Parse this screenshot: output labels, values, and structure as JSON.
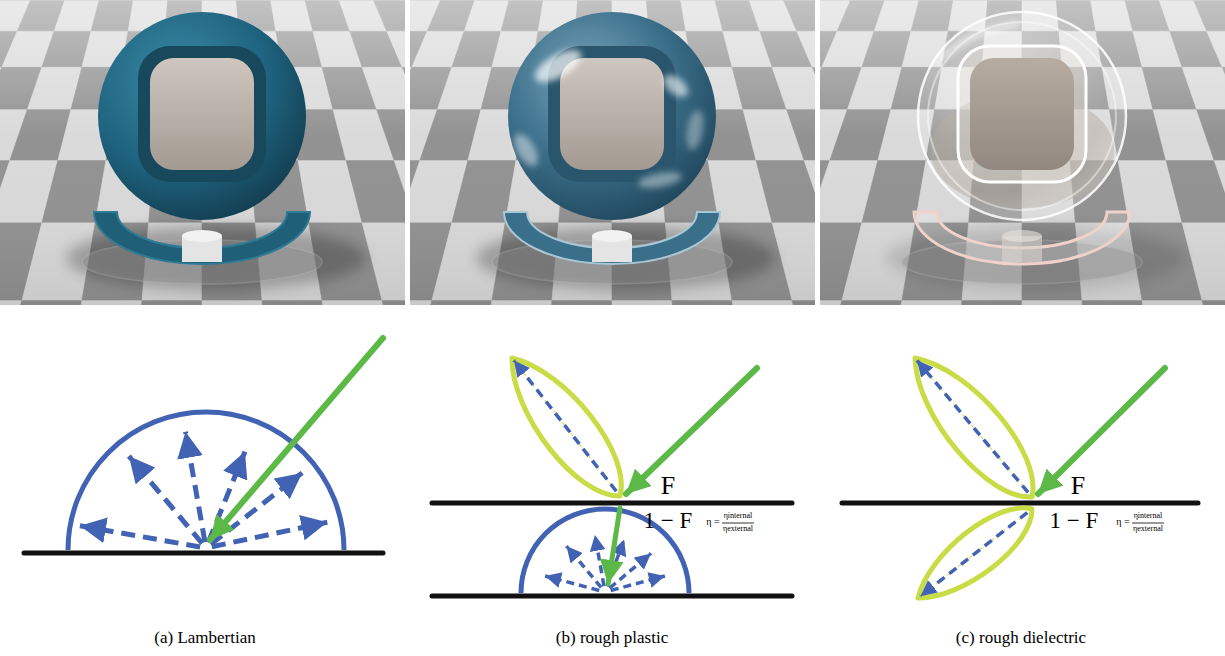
{
  "diagram": {
    "labels": [
      "F",
      "1 − F",
      "η =",
      "ηinternal",
      "ηexternal",
      "F",
      "1 − F",
      "η =",
      "ηinternal",
      "ηexternal",
      "(a) Lambertian",
      "(b) rough plastic",
      "(c) rough dielectric"
    ]
  }
}
